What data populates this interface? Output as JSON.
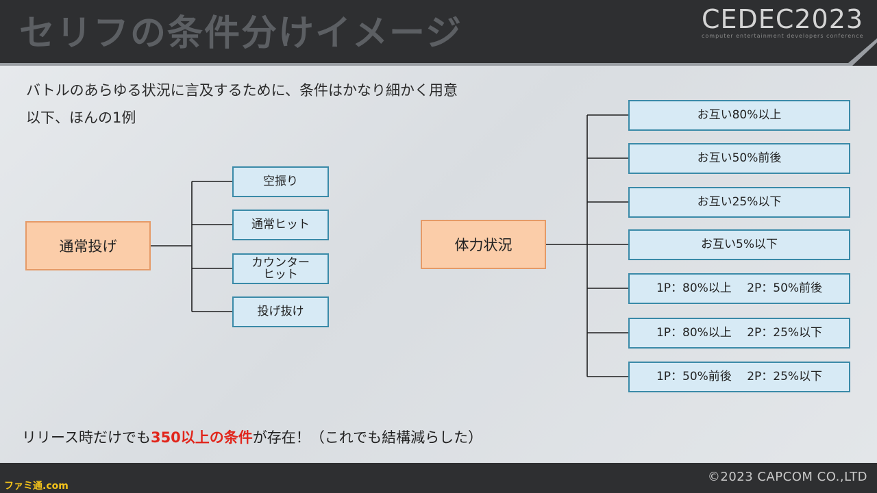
{
  "header": {
    "title": "セリフの条件分けイメージ",
    "logo_text": "CEDEC2023",
    "logo_subtext": "computer entertainment developers conference"
  },
  "intro": {
    "line1": "バトルのあらゆる状況に言及するために、条件はかなり細かく用意",
    "line2": "以下、ほんの1例"
  },
  "diagram": {
    "left_root": "通常投げ",
    "left_children": [
      "空振り",
      "通常ヒット",
      "カウンター\nヒット",
      "投げ抜け"
    ],
    "right_root": "体力状況",
    "right_children": [
      "お互い80%以上",
      "お互い50%前後",
      "お互い25%以下",
      "お互い5%以下",
      "1P：80%以上　 2P：50%前後",
      "1P：80%以上　 2P：25%以下",
      "1P：50%前後　 2P：25%以下"
    ]
  },
  "footer": {
    "note_prefix": "リリース時だけでも",
    "note_highlight": "350以上の条件",
    "note_suffix": "が存在！（これでも結構減らした）",
    "copyright": "©2023 CAPCOM CO.,LTD",
    "watermark": "ファミ通.com"
  },
  "colors": {
    "header_bg": "#2e2f31",
    "root_fill": "#fbcda9",
    "root_border": "#e59a67",
    "leaf_fill": "#d7eaf5",
    "leaf_border": "#3a8aa8",
    "highlight": "#e1261c"
  }
}
